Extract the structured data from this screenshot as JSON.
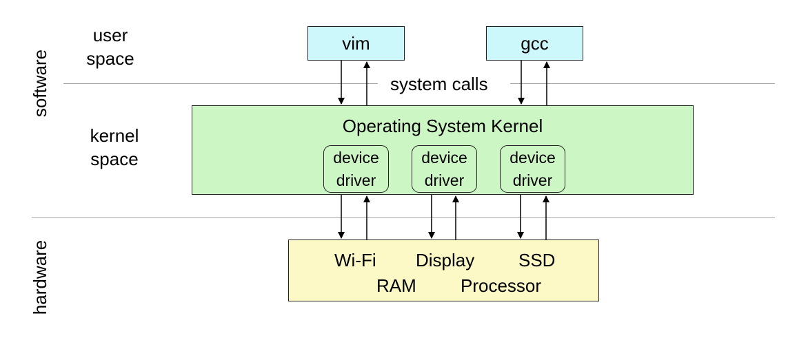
{
  "layers": {
    "software": "software",
    "hardware": "hardware",
    "user_space": [
      "user",
      "space"
    ],
    "kernel_space": [
      "kernel",
      "space"
    ]
  },
  "apps": [
    "vim",
    "gcc"
  ],
  "system_calls": "system calls",
  "kernel": {
    "title": "Operating System Kernel",
    "drivers": [
      {
        "line1": "device",
        "line2": "driver"
      },
      {
        "line1": "device",
        "line2": "driver"
      },
      {
        "line1": "device",
        "line2": "driver"
      }
    ]
  },
  "hardware_items": [
    "Wi-Fi",
    "Display",
    "SSD",
    "RAM",
    "Processor"
  ],
  "colors": {
    "app_fill": "#ccf7fb",
    "kernel_fill": "#ccf7c4",
    "hardware_fill": "#fcf9c6",
    "divider": "#a6a6a6"
  }
}
